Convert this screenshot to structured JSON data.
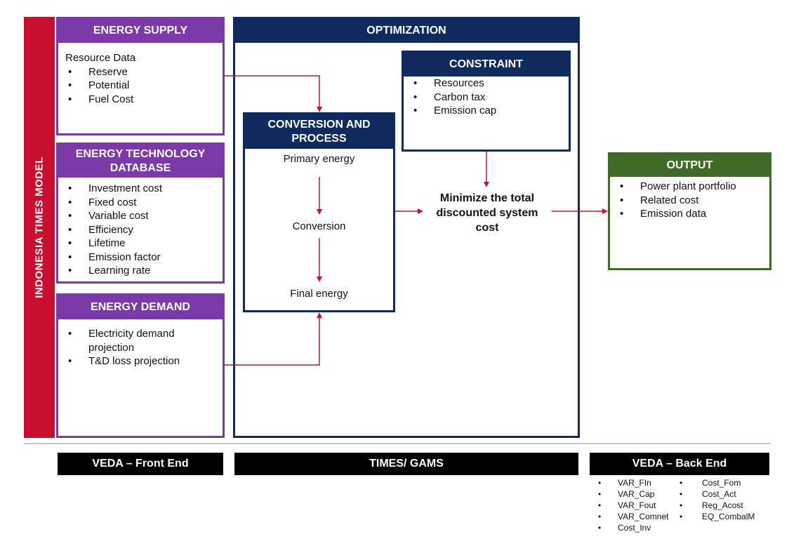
{
  "model_label": "INDONESIA TIMES MODEL",
  "energy_supply": {
    "title": "ENERGY SUPPLY",
    "intro": "Resource Data",
    "items": [
      "Reserve",
      "Potential",
      "Fuel Cost"
    ]
  },
  "energy_technology": {
    "title_line1": "ENERGY TECHNOLOGY",
    "title_line2": "DATABASE",
    "items": [
      "Investment cost",
      "Fixed cost",
      "Variable cost",
      "Efficiency",
      "Lifetime",
      "Emission factor",
      "Learning rate"
    ]
  },
  "energy_demand": {
    "title": "ENERGY DEMAND",
    "items": [
      "Electricity demand projection",
      "T&D loss projection"
    ]
  },
  "optimization": {
    "title": "OPTIMIZATION"
  },
  "constraint": {
    "title": "CONSTRAINT",
    "items": [
      "Resources",
      "Carbon tax",
      "Emission cap"
    ]
  },
  "conversion": {
    "title_line1": "CONVERSION AND",
    "title_line2": "PROCESS",
    "step1": "Primary energy",
    "step2": "Conversion",
    "step3": "Final energy"
  },
  "objective": {
    "line1": "Minimize the total",
    "line2": "discounted system",
    "line3": "cost"
  },
  "output": {
    "title": "OUTPUT",
    "items": [
      "Power plant portfolio",
      "Related cost",
      "Emission data"
    ]
  },
  "footer": {
    "front_end": "VEDA – Front End",
    "times_gams": "TIMES/ GAMS",
    "back_end": "VEDA – Back End",
    "back_end_col1": [
      "VAR_FIn",
      "VAR_Cap",
      "VAR_Fout",
      "VAR_Comnet",
      "Cost_Inv"
    ],
    "back_end_col2": [
      "Cost_Fom",
      "Cost_Act",
      "Reg_Acost",
      "EQ_CombalM"
    ]
  },
  "colors": {
    "red": "#c8102e",
    "purple": "#7b3aa8",
    "navy": "#0f2a5c",
    "green": "#3f6b26",
    "arrow": "#c8102e"
  }
}
